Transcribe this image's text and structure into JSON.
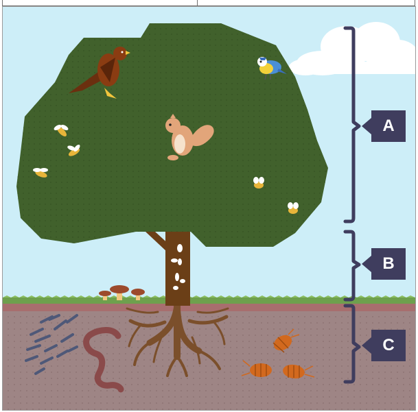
{
  "labels": {
    "canopy": "A",
    "trunk": "B",
    "soil": "C"
  },
  "colors": {
    "sky": "#cdeef8",
    "canopy": "#41612c",
    "trunk": "#6b3f17",
    "roots": "#7b4f2b",
    "grass": "#6ea04d",
    "soil": "#9e8585",
    "bracket": "#3f3d5e",
    "label_bg": "#3f3d5e"
  }
}
